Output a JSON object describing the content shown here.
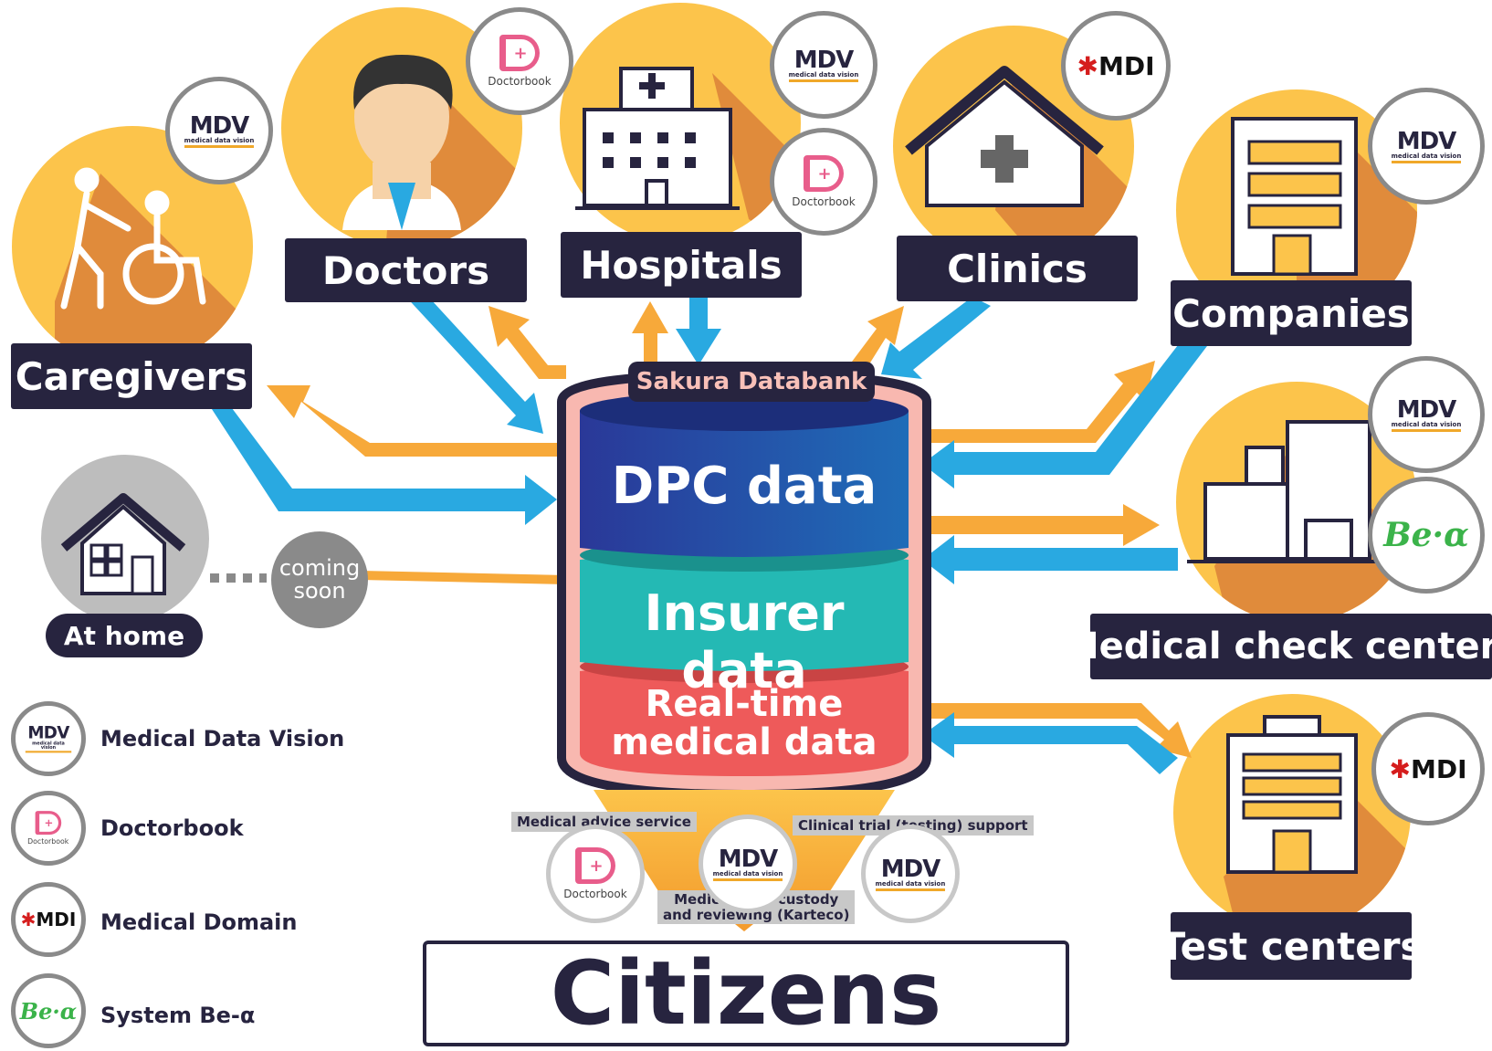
{
  "nodes": {
    "caregivers": "Caregivers",
    "doctors": "Doctors",
    "hospitals": "Hospitals",
    "clinics": "Clinics",
    "companies": "Companies",
    "medical_check_centers": "Medical check centers",
    "test_centers": "Test centers",
    "at_home": "At home",
    "coming_soon": "coming soon"
  },
  "databank": {
    "title": "Sakura Databank",
    "layers": [
      "DPC data",
      "Insurer data",
      "Real-time medical data"
    ],
    "layer1_line1": "Real-time",
    "layer1_line2": "medical data"
  },
  "services": {
    "medical_advice": "Medical advice service",
    "clinical_trial": "Clinical trial (testing) support",
    "custody_line1": "Medical data custody",
    "custody_line2": "and reviewing (Karteco)"
  },
  "citizens": "Citizens",
  "logos": {
    "mdv_big": "MDV",
    "mdv_small": "medical data vision",
    "doctorbook": "Doctorbook",
    "mdi": "MDI",
    "bea": "Be·α"
  },
  "legend": [
    {
      "logo": "MDV",
      "label": "Medical Data Vision"
    },
    {
      "logo": "Doctorbook",
      "label": "Doctorbook"
    },
    {
      "logo": "MDI",
      "label": "Medical Domain"
    },
    {
      "logo": "Be-α",
      "label": "System Be-α"
    }
  ],
  "colors": {
    "navy": "#27243f",
    "yellow_circle": "#fcc44b",
    "shadow_orange": "#e08b3b",
    "arrow_blue": "#29a9e1",
    "arrow_orange": "#f7a93a",
    "dpc_blue": "#2a4aa8",
    "insurer_teal": "#24b9b4",
    "realtime_red": "#ee5a5a"
  }
}
